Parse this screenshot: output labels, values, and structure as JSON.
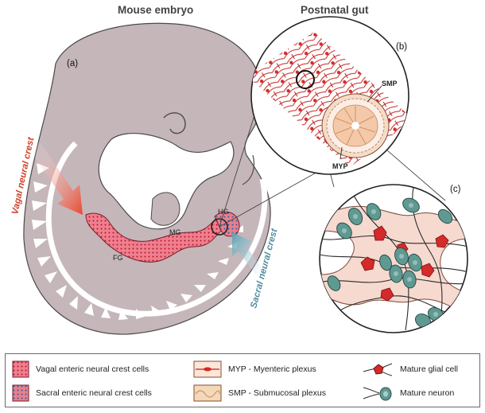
{
  "titles": {
    "embryo": "Mouse embryo",
    "gut": "Postnatal gut"
  },
  "panels": {
    "a": "(a)",
    "b": "(b)",
    "c": "(c)"
  },
  "embryo": {
    "vagal_crest": "Vagal neural crest",
    "sacral_crest": "Sacral neural crest",
    "segments": {
      "fg": "FG",
      "mg": "MG",
      "hg": "HG"
    }
  },
  "gut": {
    "smp": "SMP",
    "myp": "MYP"
  },
  "legend": {
    "vagal": "Vagal enteric neural crest cells",
    "sacral": "Sacral enteric neural crest cells",
    "myp": "MYP - Myenteric plexus",
    "smp": "SMP - Submucosal plexus",
    "glia": "Mature glial cell",
    "neuron": "Mature neuron"
  },
  "colors": {
    "embryo": "#c5b6ba",
    "gut_pink": "#e8687a",
    "glia_red": "#d42a2a",
    "neuron_teal": "#5f9a92",
    "plexus_bg": "#f6d9cf",
    "vagal_arrow": "#e8462e",
    "sacral_arrow": "#5aa0b2"
  }
}
